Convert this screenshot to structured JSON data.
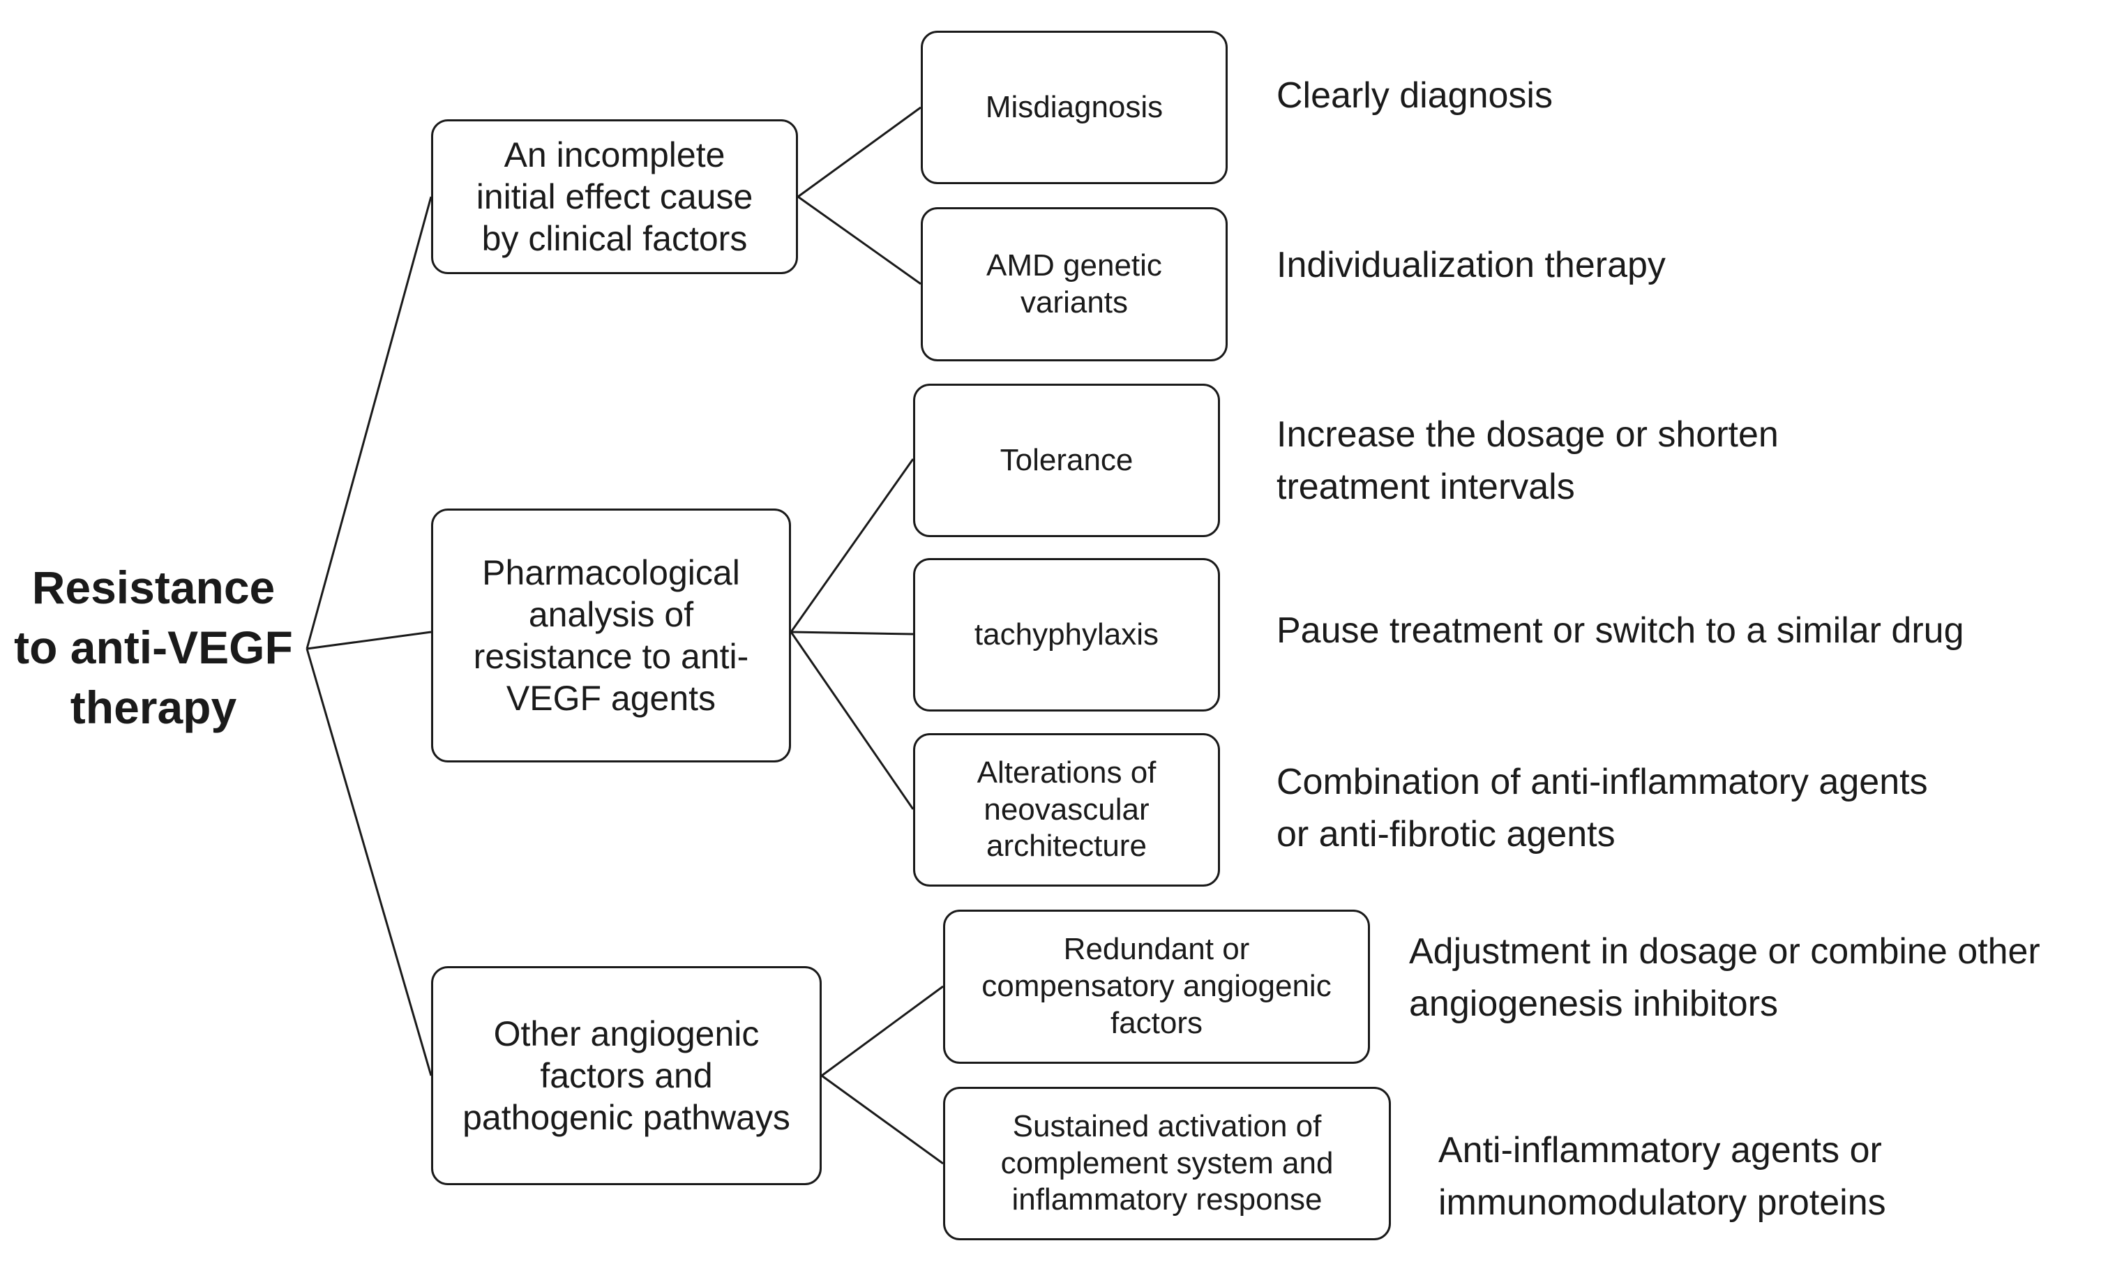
{
  "root": {
    "label": "Resistance\nto anti-VEGF\ntherapy"
  },
  "categories": [
    {
      "label": "An incomplete\ninitial effect cause\nby clinical factors",
      "causes": [
        {
          "label": "Misdiagnosis",
          "solution": "Clearly diagnosis"
        },
        {
          "label": "AMD genetic\nvariants",
          "solution": "Individualization therapy"
        }
      ]
    },
    {
      "label": "Pharmacological\nanalysis of\nresistance to anti-\nVEGF agents",
      "causes": [
        {
          "label": "Tolerance",
          "solution": "Increase the dosage or shorten\ntreatment intervals"
        },
        {
          "label": "tachyphylaxis",
          "solution": "Pause treatment or switch to a similar drug"
        },
        {
          "label": "Alterations of\nneovascular\narchitecture",
          "solution": "Combination of anti-inflammatory agents\nor anti-fibrotic agents"
        }
      ]
    },
    {
      "label": "Other angiogenic\nfactors and\npathogenic pathways",
      "causes": [
        {
          "label": "Redundant or\ncompensatory angiogenic\nfactors",
          "solution": "Adjustment in dosage or combine other\nangiogenesis inhibitors"
        },
        {
          "label": "Sustained activation of\ncomplement system and\ninflammatory response",
          "solution": "Anti-inflammatory agents or\n immunomodulatory proteins"
        }
      ]
    }
  ]
}
